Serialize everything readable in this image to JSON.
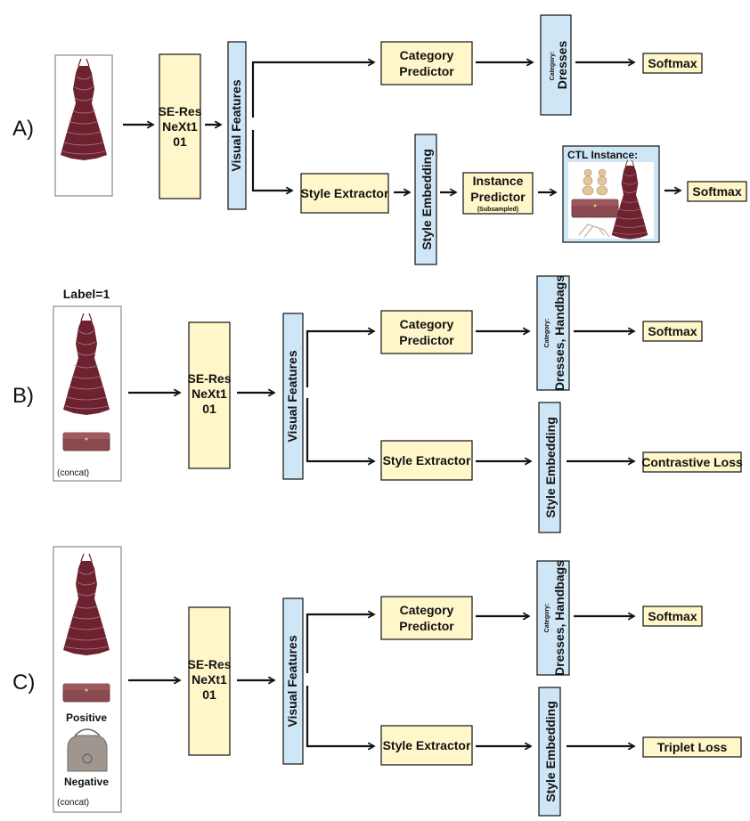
{
  "rows": [
    {
      "id": "A",
      "row_label": "A)",
      "backbone": [
        "SE-Res",
        "NeXt1",
        "01"
      ],
      "visual_features": "Visual Features",
      "category_predictor": [
        "Category",
        "Predictor"
      ],
      "category_output": {
        "prefix": "Category:",
        "value": "Dresses"
      },
      "softmax_top": "Softmax",
      "style_extractor": "Style Extractor",
      "style_embedding": "Style Embedding",
      "instance_predictor": {
        "title_lines": [
          "Instance",
          "Predictor"
        ],
        "note": "(Subsampled)"
      },
      "ctl_instance": "CTL Instance:",
      "softmax_bottom": "Softmax"
    },
    {
      "id": "B",
      "row_label": "B)",
      "image_label": "Label=1",
      "image_caption": "(concat)",
      "backbone": [
        "SE-Res",
        "NeXt1",
        "01"
      ],
      "visual_features": "Visual Features",
      "category_predictor": [
        "Category",
        "Predictor"
      ],
      "category_output": {
        "prefix": "Category:",
        "value": "Dresses, Handbags"
      },
      "softmax_top": "Softmax",
      "style_extractor": "Style Extractor",
      "style_embedding": "Style Embedding",
      "loss_bottom": "Contrastive Loss"
    },
    {
      "id": "C",
      "row_label": "C)",
      "positive_label": "Positive",
      "negative_label": "Negative",
      "image_caption": "(concat)",
      "backbone": [
        "SE-Res",
        "NeXt1",
        "01"
      ],
      "visual_features": "Visual Features",
      "category_predictor": [
        "Category",
        "Predictor"
      ],
      "category_output": {
        "prefix": "Category:",
        "value": "Dresses, Handbags"
      },
      "softmax_top": "Softmax",
      "style_extractor": "Style Extractor",
      "style_embedding": "Style Embedding",
      "loss_bottom": "Triplet Loss"
    }
  ],
  "colors": {
    "yellow_box": "#fff7c9",
    "blue_box": "#cfe6f6",
    "dress": "#6e2230",
    "handbag": "#8a4a4f",
    "grey_bag": "#9f978f"
  }
}
